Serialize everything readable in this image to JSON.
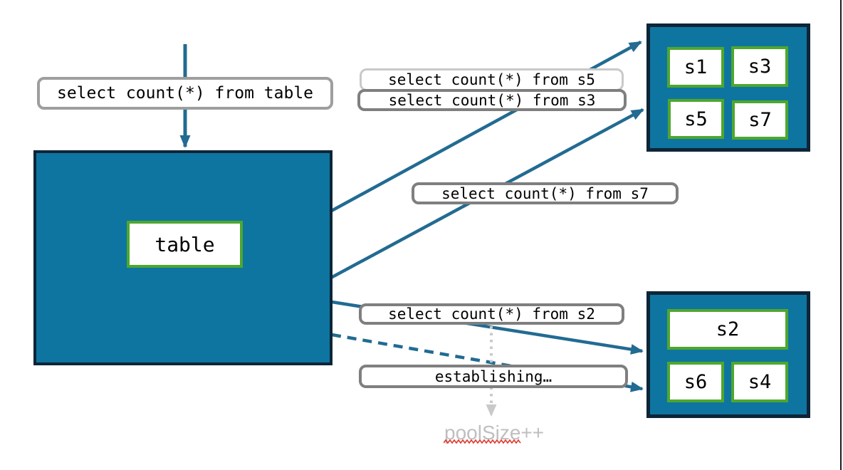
{
  "queries": {
    "table": "select count(*) from table",
    "s5": "select count(*) from s5",
    "s3": "select count(*) from s3",
    "s7": "select count(*) from s7",
    "s2": "select count(*) from s2",
    "establishing": "establishing…"
  },
  "nodes": {
    "table": "table"
  },
  "shards": {
    "top": [
      "s1",
      "s3",
      "s5",
      "s7"
    ],
    "bottom": [
      "s2",
      "s6",
      "s4"
    ]
  },
  "annotations": {
    "pool_size": "poolSize++"
  },
  "colors": {
    "node_fill": "#0e75a1",
    "node_border": "#0d2537",
    "shard_border": "#4ea72e",
    "arrow_teal": "#226b92",
    "label_border": "#7f7f7f",
    "label_border_light": "#c9c9c9",
    "dotted_gray": "#c9c9c9",
    "muted_text": "#bfbfbf",
    "spellcheck_red": "#e0392e"
  }
}
